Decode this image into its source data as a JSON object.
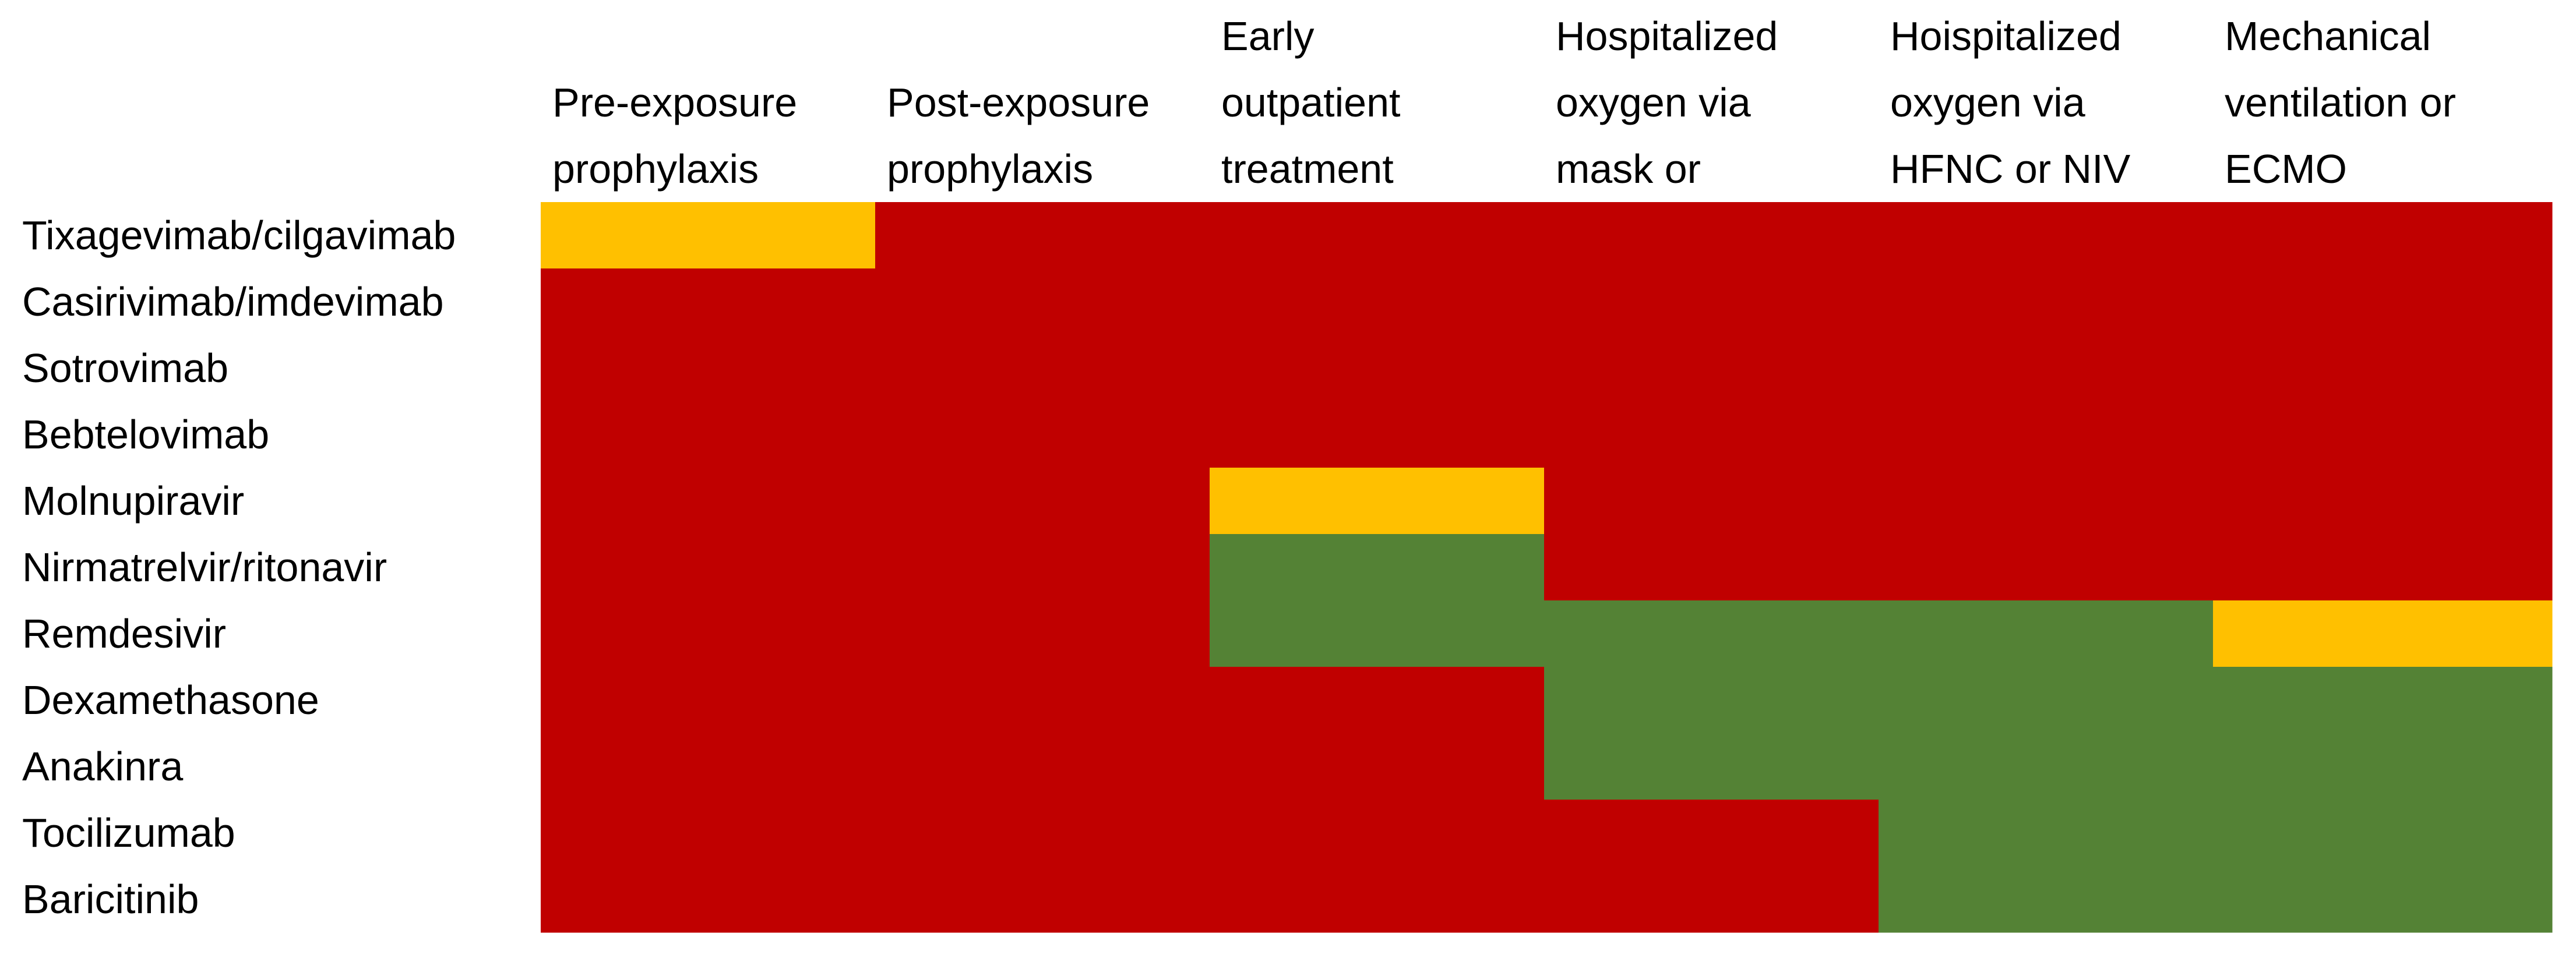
{
  "chart_data": {
    "type": "heatmap",
    "columns": [
      [
        "Pre-exposure",
        "prophylaxis"
      ],
      [
        "Post-exposure",
        "prophylaxis"
      ],
      [
        "Early",
        "outpatient",
        "treatment"
      ],
      [
        "Hospitalized",
        "oxygen via",
        "mask or"
      ],
      [
        "Hoispitalized",
        "oxygen via",
        "HFNC or NIV"
      ],
      [
        "Mechanical",
        "ventilation or",
        "ECMO"
      ]
    ],
    "rows": [
      "Tixagevimab/cilgavimab",
      "Casirivimab/imdevimab",
      "Sotrovimab",
      "Bebtelovimab",
      "Molnupiravir",
      "Nirmatrelvir/ritonavir",
      "Remdesivir",
      "Dexamethasone",
      "Anakinra",
      "Tocilizumab",
      "Baricitinib"
    ],
    "values": [
      [
        "yellow",
        "red",
        "red",
        "red",
        "red",
        "red"
      ],
      [
        "red",
        "red",
        "red",
        "red",
        "red",
        "red"
      ],
      [
        "red",
        "red",
        "red",
        "red",
        "red",
        "red"
      ],
      [
        "red",
        "red",
        "red",
        "red",
        "red",
        "red"
      ],
      [
        "red",
        "red",
        "yellow",
        "red",
        "red",
        "red"
      ],
      [
        "red",
        "red",
        "green",
        "red",
        "red",
        "red"
      ],
      [
        "red",
        "red",
        "green",
        "green",
        "green",
        "yellow"
      ],
      [
        "red",
        "red",
        "red",
        "green",
        "green",
        "green"
      ],
      [
        "red",
        "red",
        "red",
        "green",
        "green",
        "green"
      ],
      [
        "red",
        "red",
        "red",
        "red",
        "green",
        "green"
      ],
      [
        "red",
        "red",
        "red",
        "red",
        "green",
        "green"
      ]
    ],
    "colors": {
      "red": "#C00000",
      "yellow": "#FFC000",
      "green": "#548235"
    },
    "grid": false,
    "legend": "none"
  }
}
